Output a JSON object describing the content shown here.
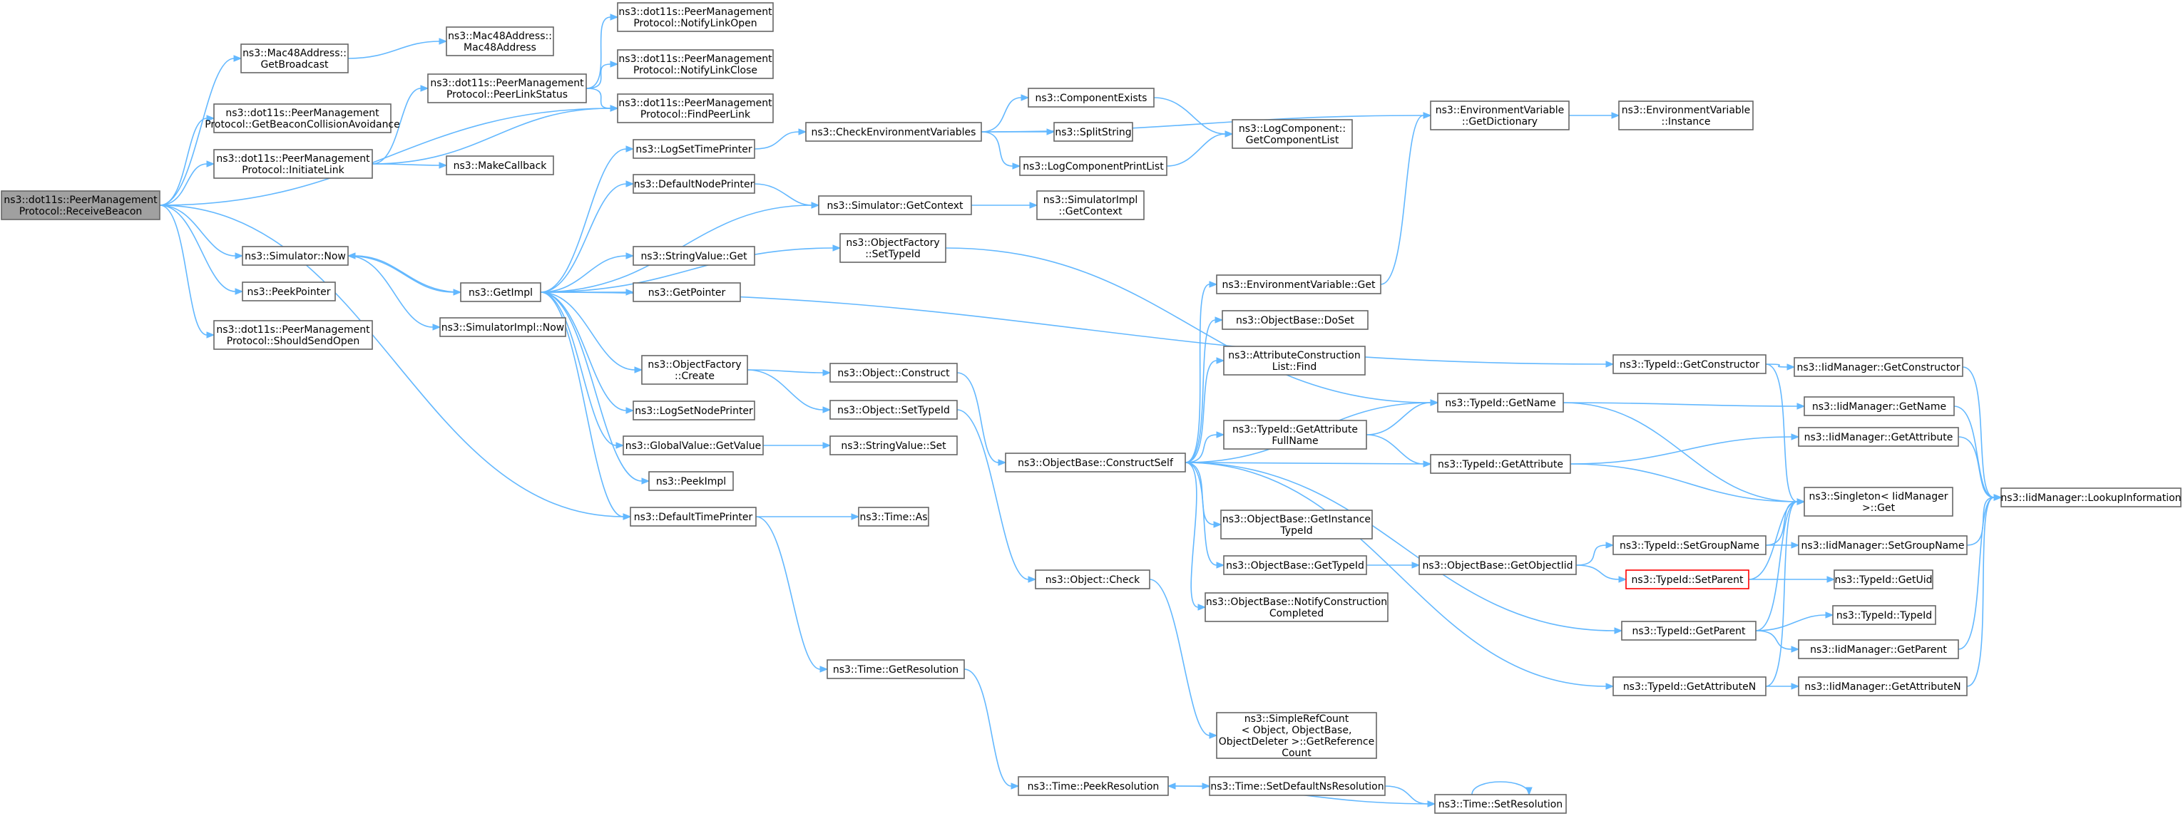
{
  "diagram": {
    "root": "ReceiveBeacon",
    "nodes": {
      "ReceiveBeacon": {
        "lines": [
          "ns3::dot11s::PeerManagement",
          "Protocol::ReceiveBeacon"
        ],
        "style": "root"
      },
      "Mac48GetBroadcast": {
        "lines": [
          "ns3::Mac48Address::",
          "GetBroadcast"
        ]
      },
      "GetBeaconCollision": {
        "lines": [
          "ns3::dot11s::PeerManagement",
          "Protocol::GetBeaconCollisionAvoidance"
        ]
      },
      "InitiateLink": {
        "lines": [
          "ns3::dot11s::PeerManagement",
          "Protocol::InitiateLink"
        ]
      },
      "SimulatorNow": {
        "lines": [
          "ns3::Simulator::Now"
        ]
      },
      "PeekPointer": {
        "lines": [
          "ns3::PeekPointer"
        ]
      },
      "ShouldSendOpen": {
        "lines": [
          "ns3::dot11s::PeerManagement",
          "Protocol::ShouldSendOpen"
        ]
      },
      "Mac48Ctor": {
        "lines": [
          "ns3::Mac48Address::",
          "Mac48Address"
        ]
      },
      "PeerLinkStatus": {
        "lines": [
          "ns3::dot11s::PeerManagement",
          "Protocol::PeerLinkStatus"
        ]
      },
      "MakeCallback": {
        "lines": [
          "ns3::MakeCallback"
        ]
      },
      "GetImpl": {
        "lines": [
          "ns3::GetImpl"
        ]
      },
      "SimulatorImplNow": {
        "lines": [
          "ns3::SimulatorImpl::Now"
        ]
      },
      "NotifyLinkOpen": {
        "lines": [
          "ns3::dot11s::PeerManagement",
          "Protocol::NotifyLinkOpen"
        ]
      },
      "NotifyLinkClose": {
        "lines": [
          "ns3::dot11s::PeerManagement",
          "Protocol::NotifyLinkClose"
        ]
      },
      "FindPeerLink": {
        "lines": [
          "ns3::dot11s::PeerManagement",
          "Protocol::FindPeerLink"
        ]
      },
      "LogSetTimePrinter": {
        "lines": [
          "ns3::LogSetTimePrinter"
        ]
      },
      "DefaultNodePrinter": {
        "lines": [
          "ns3::DefaultNodePrinter"
        ]
      },
      "StringValueGet": {
        "lines": [
          "ns3::StringValue::Get"
        ]
      },
      "GetPointer": {
        "lines": [
          "ns3::GetPointer"
        ]
      },
      "ObjectFactoryCreate": {
        "lines": [
          "ns3::ObjectFactory",
          "::Create"
        ]
      },
      "LogSetNodePrinter": {
        "lines": [
          "ns3::LogSetNodePrinter"
        ]
      },
      "GlobalValueGetValue": {
        "lines": [
          "ns3::GlobalValue::GetValue"
        ]
      },
      "PeekImpl": {
        "lines": [
          "ns3::PeekImpl"
        ]
      },
      "DefaultTimePrinter": {
        "lines": [
          "ns3::DefaultTimePrinter"
        ]
      },
      "CheckEnvVars": {
        "lines": [
          "ns3::CheckEnvironmentVariables"
        ]
      },
      "SimulatorGetContext": {
        "lines": [
          "ns3::Simulator::GetContext"
        ]
      },
      "ObjectFactorySetTypeId": {
        "lines": [
          "ns3::ObjectFactory",
          "::SetTypeId"
        ]
      },
      "ObjectConstruct": {
        "lines": [
          "ns3::Object::Construct"
        ]
      },
      "ObjectSetTypeId": {
        "lines": [
          "ns3::Object::SetTypeId"
        ]
      },
      "StringValueSet": {
        "lines": [
          "ns3::StringValue::Set"
        ]
      },
      "TimeAs": {
        "lines": [
          "ns3::Time::As"
        ]
      },
      "TimeGetResolution": {
        "lines": [
          "ns3::Time::GetResolution"
        ]
      },
      "ComponentExists": {
        "lines": [
          "ns3::ComponentExists"
        ]
      },
      "SplitString": {
        "lines": [
          "ns3::SplitString"
        ]
      },
      "LogComponentPrintList": {
        "lines": [
          "ns3::LogComponentPrintList"
        ]
      },
      "SimulatorImplGetContext": {
        "lines": [
          "ns3::SimulatorImpl",
          "::GetContext"
        ]
      },
      "ObjectBaseConstructSelf": {
        "lines": [
          "ns3::ObjectBase::ConstructSelf"
        ]
      },
      "ObjectCheck": {
        "lines": [
          "ns3::Object::Check"
        ]
      },
      "TimePeekResolution": {
        "lines": [
          "ns3::Time::PeekResolution"
        ]
      },
      "LogComponentGetList": {
        "lines": [
          "ns3::LogComponent::",
          "GetComponentList"
        ]
      },
      "EnvVarGet": {
        "lines": [
          "ns3::EnvironmentVariable::Get"
        ]
      },
      "ObjectBaseDoSet": {
        "lines": [
          "ns3::ObjectBase::DoSet"
        ]
      },
      "AttrConstructionListFind": {
        "lines": [
          "ns3::AttributeConstruction",
          "List::Find"
        ]
      },
      "TypeIdGetAttributeFullName": {
        "lines": [
          "ns3::TypeId::GetAttribute",
          "FullName"
        ]
      },
      "ObjectBaseGetInstanceTypeId": {
        "lines": [
          "ns3::ObjectBase::GetInstance",
          "TypeId"
        ]
      },
      "ObjectBaseGetTypeId": {
        "lines": [
          "ns3::ObjectBase::GetTypeId"
        ]
      },
      "ObjectBaseNotifyConstructionCompleted": {
        "lines": [
          "ns3::ObjectBase::NotifyConstruction",
          "Completed"
        ]
      },
      "SimpleRefCountGetReferenceCount": {
        "lines": [
          "ns3::SimpleRefCount",
          "< Object, ObjectBase,",
          "ObjectDeleter >::GetReference",
          "Count"
        ]
      },
      "TimeSetDefaultNsResolution": {
        "lines": [
          "ns3::Time::SetDefaultNsResolution"
        ]
      },
      "EnvVarGetDictionary": {
        "lines": [
          "ns3::EnvironmentVariable",
          "::GetDictionary"
        ]
      },
      "TypeIdGetName": {
        "lines": [
          "ns3::TypeId::GetName"
        ]
      },
      "TypeIdGetAttribute": {
        "lines": [
          "ns3::TypeId::GetAttribute"
        ]
      },
      "ObjectBaseGetObjectIid": {
        "lines": [
          "ns3::ObjectBase::GetObjectIid"
        ]
      },
      "TimeSetResolution": {
        "lines": [
          "ns3::Time::SetResolution"
        ]
      },
      "EnvVarInstance": {
        "lines": [
          "ns3::EnvironmentVariable",
          "::Instance"
        ]
      },
      "TypeIdGetConstructor": {
        "lines": [
          "ns3::TypeId::GetConstructor"
        ]
      },
      "TypeIdSetGroupName": {
        "lines": [
          "ns3::TypeId::SetGroupName"
        ]
      },
      "TypeIdSetParent": {
        "lines": [
          "ns3::TypeId::SetParent"
        ],
        "style": "red"
      },
      "TypeIdGetParent": {
        "lines": [
          "ns3::TypeId::GetParent"
        ]
      },
      "TypeIdGetAttributeN": {
        "lines": [
          "ns3::TypeId::GetAttributeN"
        ]
      },
      "IidGetConstructor": {
        "lines": [
          "ns3::IidManager::GetConstructor"
        ]
      },
      "IidGetName": {
        "lines": [
          "ns3::IidManager::GetName"
        ]
      },
      "IidGetAttribute": {
        "lines": [
          "ns3::IidManager::GetAttribute"
        ]
      },
      "SingletonGet": {
        "lines": [
          "ns3::Singleton< IidManager",
          " >::Get"
        ]
      },
      "IidSetGroupName": {
        "lines": [
          "ns3::IidManager::SetGroupName"
        ]
      },
      "TypeIdGetUid": {
        "lines": [
          "ns3::TypeId::GetUid"
        ]
      },
      "TypeIdTypeId": {
        "lines": [
          "ns3::TypeId::TypeId"
        ]
      },
      "IidGetParent": {
        "lines": [
          "ns3::IidManager::GetParent"
        ]
      },
      "IidGetAttributeN": {
        "lines": [
          "ns3::IidManager::GetAttributeN"
        ]
      },
      "IidLookupInformation": {
        "lines": [
          "ns3::IidManager::LookupInformation"
        ]
      }
    },
    "edges": [
      [
        "ReceiveBeacon",
        "Mac48GetBroadcast"
      ],
      [
        "ReceiveBeacon",
        "GetBeaconCollision"
      ],
      [
        "ReceiveBeacon",
        "InitiateLink"
      ],
      [
        "ReceiveBeacon",
        "FindPeerLink"
      ],
      [
        "ReceiveBeacon",
        "SimulatorNow"
      ],
      [
        "ReceiveBeacon",
        "PeekPointer"
      ],
      [
        "ReceiveBeacon",
        "ShouldSendOpen"
      ],
      [
        "ReceiveBeacon",
        "DefaultTimePrinter"
      ],
      [
        "Mac48GetBroadcast",
        "Mac48Ctor"
      ],
      [
        "InitiateLink",
        "PeerLinkStatus"
      ],
      [
        "InitiateLink",
        "FindPeerLink"
      ],
      [
        "InitiateLink",
        "MakeCallback"
      ],
      [
        "PeerLinkStatus",
        "NotifyLinkOpen"
      ],
      [
        "PeerLinkStatus",
        "NotifyLinkClose"
      ],
      [
        "PeerLinkStatus",
        "FindPeerLink"
      ],
      [
        "SimulatorNow",
        "GetImpl"
      ],
      [
        "SimulatorNow",
        "SimulatorImplNow"
      ],
      [
        "GetImpl",
        "SimulatorNow"
      ],
      [
        "GetImpl",
        "LogSetTimePrinter"
      ],
      [
        "GetImpl",
        "DefaultNodePrinter"
      ],
      [
        "GetImpl",
        "SimulatorGetContext"
      ],
      [
        "GetImpl",
        "StringValueGet"
      ],
      [
        "GetImpl",
        "GetPointer"
      ],
      [
        "GetImpl",
        "ObjectFactorySetTypeId"
      ],
      [
        "GetImpl",
        "ObjectFactoryCreate"
      ],
      [
        "GetImpl",
        "LogSetNodePrinter"
      ],
      [
        "GetImpl",
        "GlobalValueGetValue"
      ],
      [
        "GetImpl",
        "PeekImpl"
      ],
      [
        "GetImpl",
        "DefaultTimePrinter"
      ],
      [
        "GetImpl",
        "TypeIdGetConstructor"
      ],
      [
        "LogSetTimePrinter",
        "CheckEnvVars"
      ],
      [
        "CheckEnvVars",
        "ComponentExists"
      ],
      [
        "CheckEnvVars",
        "SplitString"
      ],
      [
        "CheckEnvVars",
        "LogComponentPrintList"
      ],
      [
        "CheckEnvVars",
        "EnvVarGetDictionary"
      ],
      [
        "ComponentExists",
        "LogComponentGetList"
      ],
      [
        "LogComponentPrintList",
        "LogComponentGetList"
      ],
      [
        "DefaultNodePrinter",
        "SimulatorGetContext"
      ],
      [
        "SimulatorGetContext",
        "SimulatorImplGetContext"
      ],
      [
        "ObjectFactorySetTypeId",
        "TypeIdGetName"
      ],
      [
        "ObjectFactoryCreate",
        "ObjectConstruct"
      ],
      [
        "ObjectFactoryCreate",
        "ObjectSetTypeId"
      ],
      [
        "ObjectConstruct",
        "ObjectBaseConstructSelf"
      ],
      [
        "ObjectSetTypeId",
        "ObjectCheck"
      ],
      [
        "GlobalValueGetValue",
        "StringValueSet"
      ],
      [
        "DefaultTimePrinter",
        "TimeAs"
      ],
      [
        "DefaultTimePrinter",
        "TimeGetResolution"
      ],
      [
        "TimeGetResolution",
        "TimePeekResolution"
      ],
      [
        "ObjectCheck",
        "SimpleRefCountGetReferenceCount"
      ],
      [
        "TimePeekResolution",
        "TimeSetDefaultNsResolution"
      ],
      [
        "TimeSetDefaultNsResolution",
        "TimeSetResolution"
      ],
      [
        "TimeSetResolution",
        "TimePeekResolution"
      ],
      [
        "TimeSetResolution",
        "TimeSetResolution"
      ],
      [
        "ObjectBaseConstructSelf",
        "EnvVarGet"
      ],
      [
        "ObjectBaseConstructSelf",
        "ObjectBaseDoSet"
      ],
      [
        "ObjectBaseConstructSelf",
        "AttrConstructionListFind"
      ],
      [
        "ObjectBaseConstructSelf",
        "TypeIdGetName"
      ],
      [
        "ObjectBaseConstructSelf",
        "TypeIdGetAttributeFullName"
      ],
      [
        "ObjectBaseConstructSelf",
        "TypeIdGetAttribute"
      ],
      [
        "ObjectBaseConstructSelf",
        "ObjectBaseGetInstanceTypeId"
      ],
      [
        "ObjectBaseConstructSelf",
        "ObjectBaseGetTypeId"
      ],
      [
        "ObjectBaseConstructSelf",
        "ObjectBaseNotifyConstructionCompleted"
      ],
      [
        "ObjectBaseConstructSelf",
        "TypeIdGetParent"
      ],
      [
        "ObjectBaseConstructSelf",
        "TypeIdGetAttributeN"
      ],
      [
        "EnvVarGet",
        "EnvVarGetDictionary"
      ],
      [
        "EnvVarGetDictionary",
        "EnvVarInstance"
      ],
      [
        "TypeIdGetAttributeFullName",
        "TypeIdGetName"
      ],
      [
        "TypeIdGetAttributeFullName",
        "TypeIdGetAttribute"
      ],
      [
        "ObjectBaseGetTypeId",
        "ObjectBaseGetObjectIid"
      ],
      [
        "ObjectBaseGetObjectIid",
        "TypeIdSetGroupName"
      ],
      [
        "ObjectBaseGetObjectIid",
        "TypeIdSetParent"
      ],
      [
        "TypeIdGetName",
        "IidGetName"
      ],
      [
        "TypeIdGetName",
        "SingletonGet"
      ],
      [
        "TypeIdGetAttribute",
        "IidGetAttribute"
      ],
      [
        "TypeIdGetAttribute",
        "SingletonGet"
      ],
      [
        "TypeIdGetConstructor",
        "IidGetConstructor"
      ],
      [
        "TypeIdGetConstructor",
        "SingletonGet"
      ],
      [
        "TypeIdSetGroupName",
        "IidSetGroupName"
      ],
      [
        "TypeIdSetGroupName",
        "SingletonGet"
      ],
      [
        "TypeIdSetParent",
        "SingletonGet"
      ],
      [
        "TypeIdSetParent",
        "TypeIdGetUid"
      ],
      [
        "TypeIdGetParent",
        "TypeIdTypeId"
      ],
      [
        "TypeIdGetParent",
        "IidGetParent"
      ],
      [
        "TypeIdGetParent",
        "SingletonGet"
      ],
      [
        "TypeIdGetAttributeN",
        "IidGetAttributeN"
      ],
      [
        "TypeIdGetAttributeN",
        "SingletonGet"
      ],
      [
        "IidGetConstructor",
        "IidLookupInformation"
      ],
      [
        "IidGetName",
        "IidLookupInformation"
      ],
      [
        "IidGetAttribute",
        "IidLookupInformation"
      ],
      [
        "IidSetGroupName",
        "IidLookupInformation"
      ],
      [
        "IidGetParent",
        "IidLookupInformation"
      ],
      [
        "IidGetAttributeN",
        "IidLookupInformation"
      ]
    ]
  }
}
